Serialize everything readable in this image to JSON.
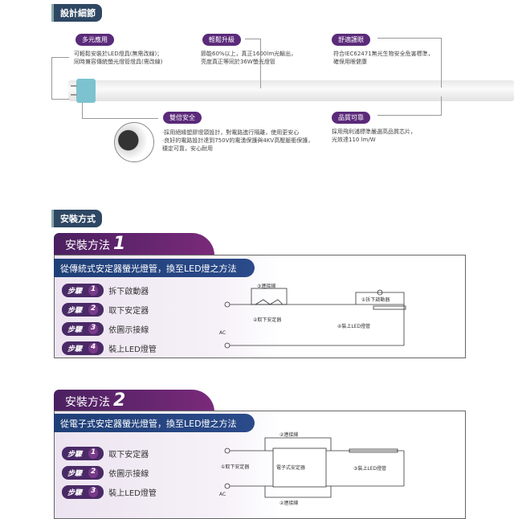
{
  "design": {
    "badge": "設計細節",
    "features": [
      {
        "label": "多元應用",
        "text": [
          "可輕鬆安裝於LED燈具(無需改線)；",
          "同時兼容傳統螢光燈管燈具(需改線)"
        ]
      },
      {
        "label": "輕鬆升級",
        "text": [
          "節能60%以上，真正1600lm光輸出，",
          "亮度真正等同於36W螢光燈管"
        ]
      },
      {
        "label": "舒適護眼",
        "text": [
          "符合IEC62471無光生物安全危害標準，",
          "確保用眼健康"
        ]
      },
      {
        "label": "雙倍安全",
        "text": [
          "·採用絕緣塑膠燈頭設計，對電路進行隔離，使用更安心",
          "·良好的電路設計達到750V的電湧保護與4KV高壓脈衝保護，",
          "  穩定可靠，安心耐用"
        ]
      },
      {
        "label": "品質可靠",
        "text": [
          "採用飛利浦標準嚴選高品質芯片，",
          "光效達110 lm/W"
        ]
      }
    ]
  },
  "install": {
    "badge": "安裝方式",
    "methods": [
      {
        "title": "安裝方法",
        "num": "1",
        "banner": "從傳統式安定器螢光燈管，換至LED燈之方法",
        "steps": [
          {
            "tag": "步驟",
            "n": "1",
            "text": "拆下啟動器"
          },
          {
            "tag": "步驟",
            "n": "2",
            "text": "取下安定器"
          },
          {
            "tag": "步驟",
            "n": "3",
            "text": "依圖示接線"
          },
          {
            "tag": "步驟",
            "n": "4",
            "text": "裝上LED燈管"
          }
        ],
        "diagram": {
          "l1": "③連接線",
          "l2": "②取下安定器",
          "l3": "①拆下啟動器",
          "l4": "④裝上LED燈管",
          "ac": "AC"
        }
      },
      {
        "title": "安裝方法",
        "num": "2",
        "banner": "從電子式安定器螢光燈管，換至LED燈之方法",
        "steps": [
          {
            "tag": "步驟",
            "n": "1",
            "text": "取下安定器"
          },
          {
            "tag": "步驟",
            "n": "2",
            "text": "依圖示接線"
          },
          {
            "tag": "步驟",
            "n": "3",
            "text": "裝上LED燈管"
          }
        ],
        "diagram": {
          "l1": "②連接線",
          "l2": "①取下安定器",
          "box": "電子式安定器",
          "l3": "③裝上LED燈管",
          "l4": "②連接線",
          "ac": "AC"
        }
      }
    ]
  }
}
